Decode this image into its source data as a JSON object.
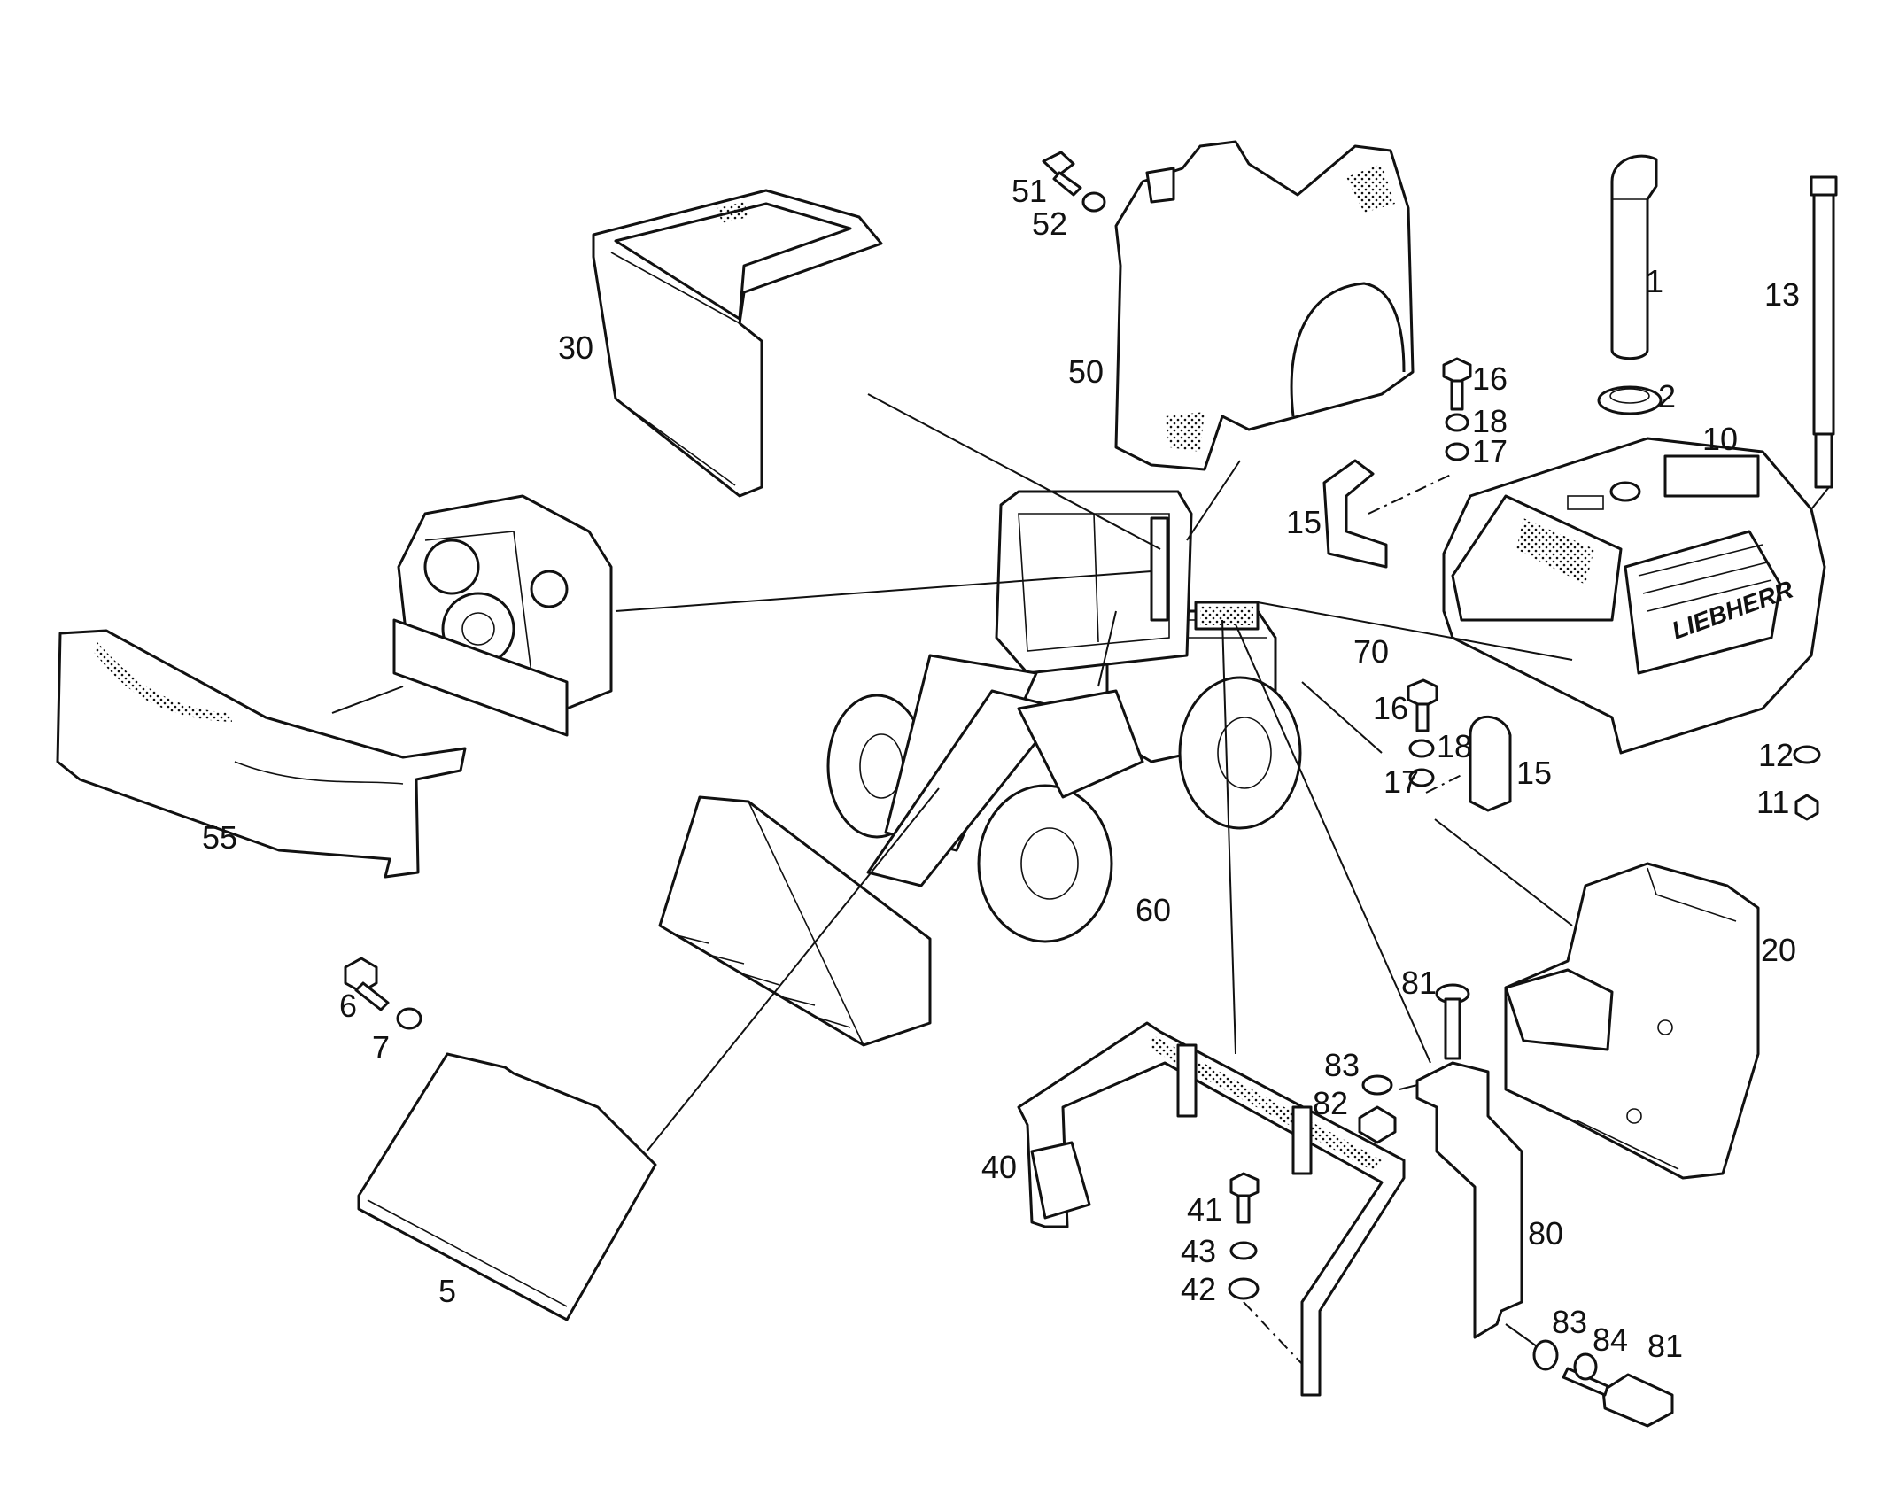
{
  "brand_text": "LIEBHERR",
  "callouts": {
    "c1": "1",
    "c2": "2",
    "c5": "5",
    "c6": "6",
    "c7": "7",
    "c10": "10",
    "c11": "11",
    "c12": "12",
    "c13": "13",
    "c15a": "15",
    "c15b": "15",
    "c16a": "16",
    "c16b": "16",
    "c17a": "17",
    "c17b": "17",
    "c18a": "18",
    "c18b": "18",
    "c20": "20",
    "c30": "30",
    "c40": "40",
    "c41": "41",
    "c42": "42",
    "c43": "43",
    "c50": "50",
    "c51": "51",
    "c52": "52",
    "c55": "55",
    "c60": "60",
    "c70": "70",
    "c80": "80",
    "c81a": "81",
    "c81b": "81",
    "c82": "82",
    "c83a": "83",
    "c83b": "83",
    "c84": "84"
  }
}
